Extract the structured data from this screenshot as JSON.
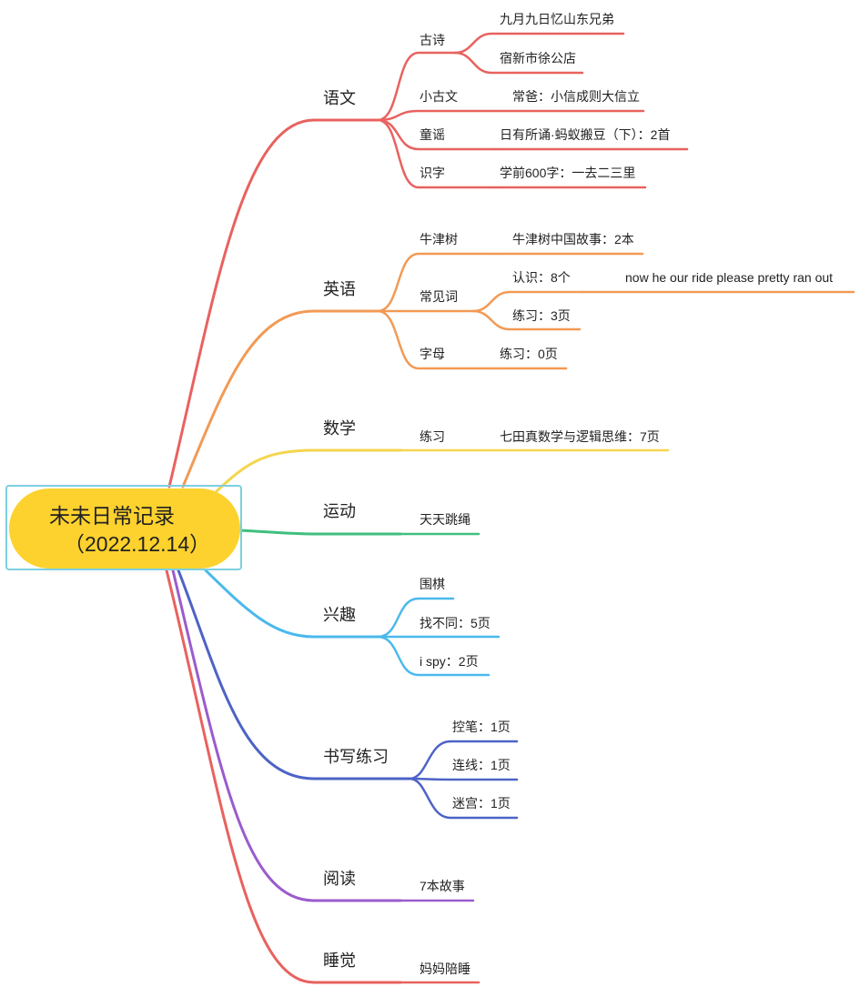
{
  "root": {
    "title": "未未日常记录",
    "date": "（2022.12.14）"
  },
  "branches": [
    {
      "id": "yuwen",
      "label": "语文",
      "color": "#e8625f",
      "children": [
        {
          "label": "古诗",
          "children": [
            {
              "label": "九月九日忆山东兄弟"
            },
            {
              "label": "宿新市徐公店"
            }
          ]
        },
        {
          "label": "小古文",
          "children": [
            {
              "label": "常爸：小信成则大信立"
            }
          ]
        },
        {
          "label": "童谣",
          "children": [
            {
              "label": "日有所诵·蚂蚁搬豆（下）：2首"
            }
          ]
        },
        {
          "label": "识字",
          "children": [
            {
              "label": "学前600字：一去二三里"
            }
          ]
        }
      ]
    },
    {
      "id": "yingyu",
      "label": "英语",
      "color": "#f29a55",
      "children": [
        {
          "label": "牛津树",
          "children": [
            {
              "label": "牛津树中国故事：2本"
            }
          ]
        },
        {
          "label": "常见词",
          "children": [
            {
              "label": "认识：8个",
              "children": [
                {
                  "label": "now he our ride please pretty ran out"
                }
              ]
            },
            {
              "label": "练习：3页"
            }
          ]
        },
        {
          "label": "字母",
          "children": [
            {
              "label": "练习：0页"
            }
          ]
        }
      ]
    },
    {
      "id": "shuxue",
      "label": "数学",
      "color": "#f5d54e",
      "children": [
        {
          "label": "练习",
          "children": [
            {
              "label": "七田真数学与逻辑思维：7页"
            }
          ]
        }
      ]
    },
    {
      "id": "yundong",
      "label": "运动",
      "color": "#3fbf7f",
      "children": [
        {
          "label": "天天跳绳"
        }
      ]
    },
    {
      "id": "xingqu",
      "label": "兴趣",
      "color": "#4bb9ec",
      "children": [
        {
          "label": "围棋"
        },
        {
          "label": "找不同：5页"
        },
        {
          "label": "i spy：2页"
        }
      ]
    },
    {
      "id": "shuxie",
      "label": "书写练习",
      "color": "#4d63c6",
      "children": [
        {
          "label": "控笔：1页"
        },
        {
          "label": "连线：1页"
        },
        {
          "label": "迷宫：1页"
        }
      ]
    },
    {
      "id": "yuedu",
      "label": "阅读",
      "color": "#9a5ccc",
      "children": [
        {
          "label": "7本故事"
        }
      ]
    },
    {
      "id": "shuijiao",
      "label": "睡觉",
      "color": "#e8625f",
      "children": [
        {
          "label": "妈妈陪睡"
        }
      ]
    }
  ]
}
